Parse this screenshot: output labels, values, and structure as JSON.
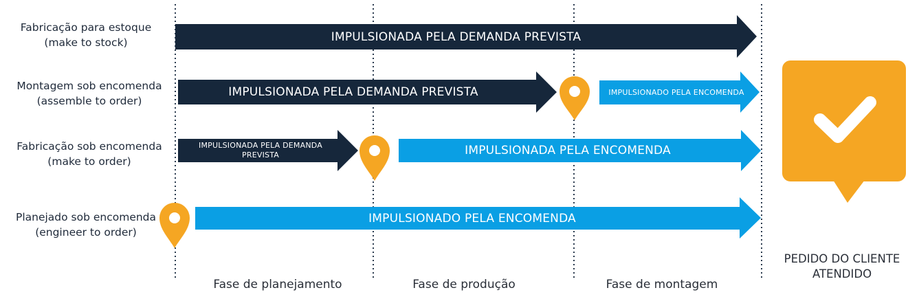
{
  "colors": {
    "dark": "#16273b",
    "blue": "#0a9fe4",
    "orange": "#f5a623"
  },
  "rows": [
    {
      "label_line1": "Fabricação para estoque",
      "label_line2": "(make to stock)",
      "arrow1": "IMPULSIONADA PELA DEMANDA PREVISTA"
    },
    {
      "label_line1": "Montagem sob encomenda",
      "label_line2": "(assemble to order)",
      "arrow1": "IMPULSIONADA PELA DEMANDA PREVISTA",
      "arrow2": "IMPULSIONADO PELA ENCOMENDA"
    },
    {
      "label_line1": "Fabricação sob encomenda",
      "label_line2": "(make to order)",
      "arrow1_line1": "IMPULSIONADA PELA DEMANDA",
      "arrow1_line2": "PREVISTA",
      "arrow2": "IMPULSIONADA PELA ENCOMENDA"
    },
    {
      "label_line1": "Planejado sob encomenda",
      "label_line2": "(engineer to order)",
      "arrow1": "IMPULSIONADO PELA ENCOMENDA"
    }
  ],
  "phases": [
    "Fase de planejamento",
    "Fase de produção",
    "Fase de montagem"
  ],
  "final": {
    "line1": "PEDIDO DO CLIENTE",
    "line2": "ATENDIDO",
    "icon": "checkmark-icon"
  }
}
